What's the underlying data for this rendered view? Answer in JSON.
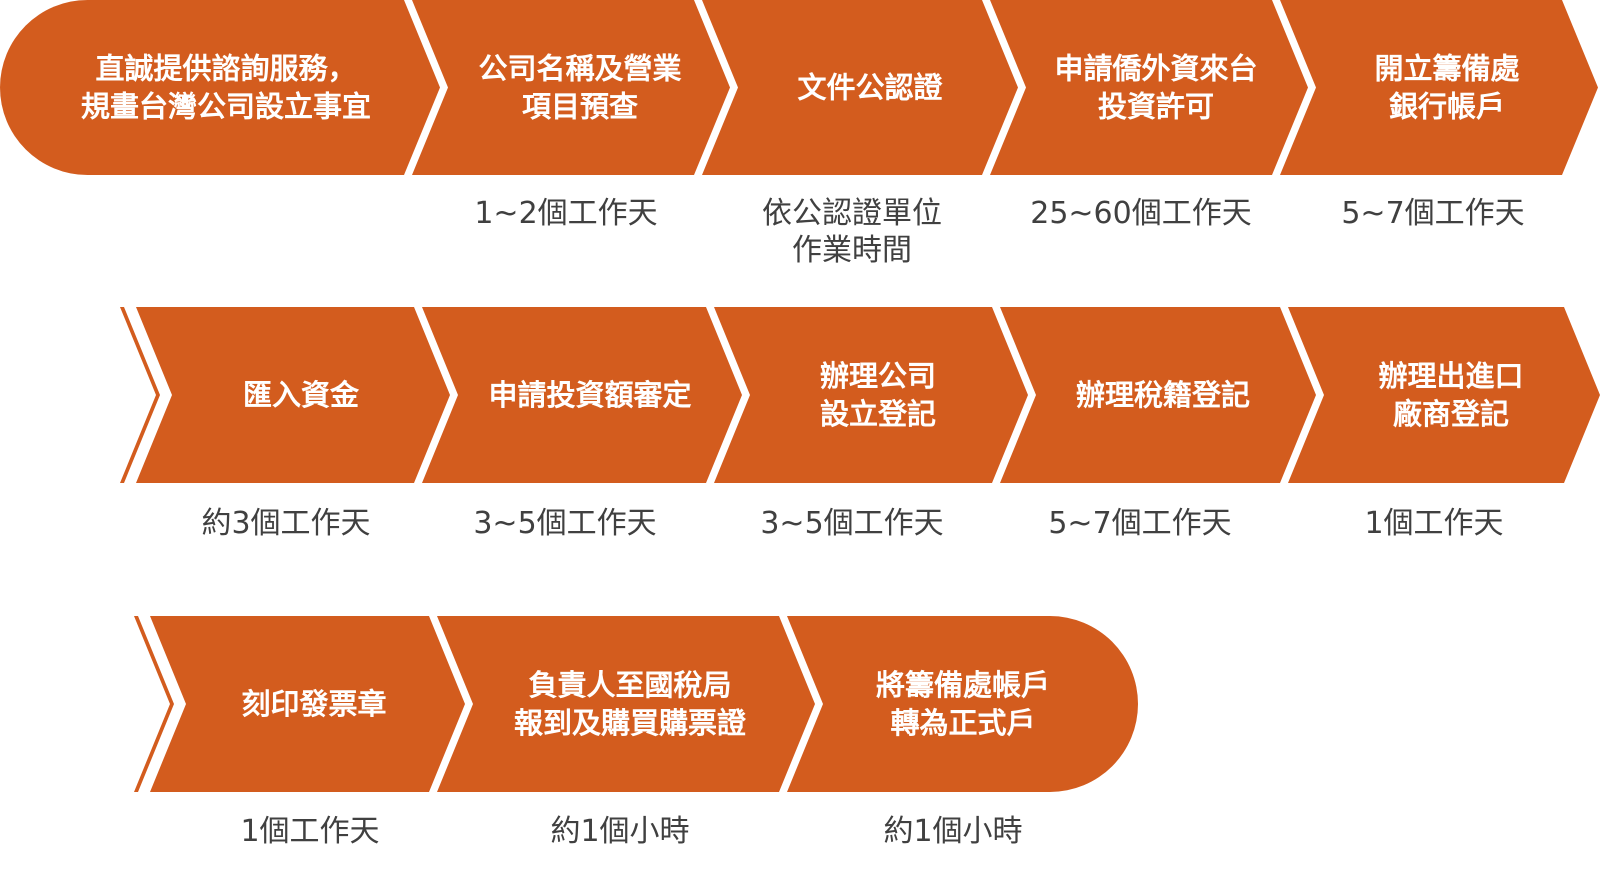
{
  "colors": {
    "step_fill": "#d35c1e",
    "step_text": "#ffffff",
    "duration_text": "#404040",
    "background": "#ffffff"
  },
  "rows": [
    {
      "steps": [
        {
          "lines": [
            "直誠提供諮詢服務，",
            "規畫台灣公司設立事宜"
          ],
          "duration": []
        },
        {
          "lines": [
            "公司名稱及營業",
            "項目預查"
          ],
          "duration": [
            "1~2個工作天"
          ]
        },
        {
          "lines": [
            "文件公認證"
          ],
          "duration": [
            "依公認證單位",
            "作業時間"
          ]
        },
        {
          "lines": [
            "申請僑外資來台",
            "投資許可"
          ],
          "duration": [
            "25~60個工作天"
          ]
        },
        {
          "lines": [
            "開立籌備處",
            "銀行帳戶"
          ],
          "duration": [
            "5~7個工作天"
          ]
        }
      ]
    },
    {
      "steps": [
        {
          "lines": [
            "匯入資金"
          ],
          "duration": [
            "約3個工作天"
          ]
        },
        {
          "lines": [
            "申請投資額審定"
          ],
          "duration": [
            "3~5個工作天"
          ]
        },
        {
          "lines": [
            "辦理公司",
            "設立登記"
          ],
          "duration": [
            "3~5個工作天"
          ]
        },
        {
          "lines": [
            "辦理稅籍登記"
          ],
          "duration": [
            "5~7個工作天"
          ]
        },
        {
          "lines": [
            "辦理出進口",
            "廠商登記"
          ],
          "duration": [
            "1個工作天"
          ]
        }
      ]
    },
    {
      "steps": [
        {
          "lines": [
            "刻印發票章"
          ],
          "duration": [
            "1個工作天"
          ]
        },
        {
          "lines": [
            "負責人至國稅局",
            "報到及購買購票證"
          ],
          "duration": [
            "約1個小時"
          ]
        },
        {
          "lines": [
            "將籌備處帳戶",
            "轉為正式戶"
          ],
          "duration": [
            "約1個小時"
          ]
        }
      ]
    }
  ]
}
